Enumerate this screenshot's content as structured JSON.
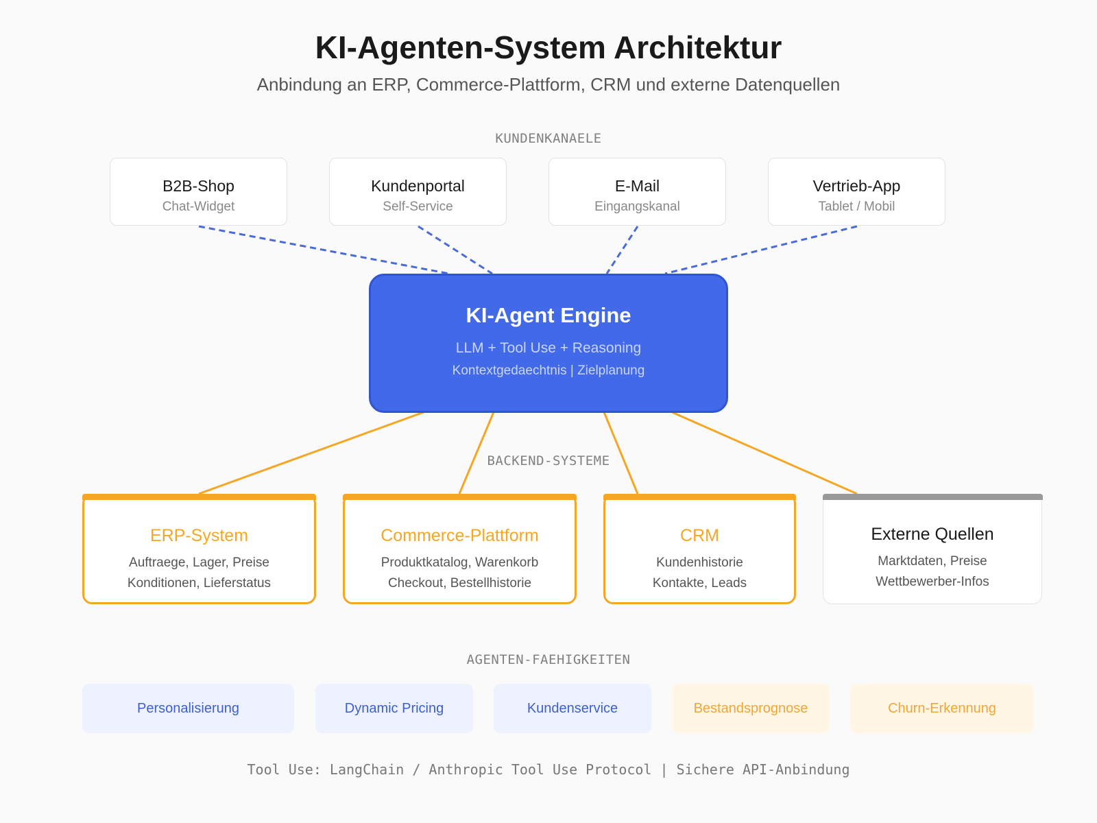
{
  "header": {
    "title": "KI-Agenten-System Architektur",
    "subtitle": "Anbindung an ERP, Commerce-Plattform, CRM und externe Datenquellen"
  },
  "sections": {
    "channels_label": "KUNDENKANAELE",
    "backend_label": "BACKEND-SYSTEME",
    "capabilities_label": "AGENTEN-FAEHIGKEITEN"
  },
  "channels": [
    {
      "name": "B2B-Shop",
      "desc": "Chat-Widget"
    },
    {
      "name": "Kundenportal",
      "desc": "Self-Service"
    },
    {
      "name": "E-Mail",
      "desc": "Eingangskanal"
    },
    {
      "name": "Vertrieb-App",
      "desc": "Tablet / Mobil"
    }
  ],
  "engine": {
    "name": "KI-Agent Engine",
    "line1": "LLM + Tool Use + Reasoning",
    "line2": "Kontextgedaechtnis | Zielplanung",
    "color": "#4169e8"
  },
  "backends": [
    {
      "name": "ERP-System",
      "line1": "Auftraege, Lager, Preise",
      "line2": "Konditionen, Lieferstatus",
      "color": "#f5a623"
    },
    {
      "name": "Commerce-Plattform",
      "line1": "Produktkatalog, Warenkorb",
      "line2": "Checkout, Bestellhistorie",
      "color": "#f5a623"
    },
    {
      "name": "CRM",
      "line1": "Kundenhistorie",
      "line2": "Kontakte, Leads",
      "color": "#f5a623"
    },
    {
      "name": "Externe Quellen",
      "line1": "Marktdaten, Preise",
      "line2": "Wettbewerber-Infos",
      "color": "#999999"
    }
  ],
  "capabilities": [
    {
      "label": "Personalisierung",
      "tone": "blue"
    },
    {
      "label": "Dynamic Pricing",
      "tone": "blue"
    },
    {
      "label": "Kundenservice",
      "tone": "blue"
    },
    {
      "label": "Bestandsprognose",
      "tone": "orange"
    },
    {
      "label": "Churn-Erkennung",
      "tone": "orange"
    }
  ],
  "footer": "Tool Use: LangChain / Anthropic Tool Use Protocol | Sichere API-Anbindung",
  "colors": {
    "engine_blue": "#4169e8",
    "connector_dashed": "#4a6bd6",
    "backend_orange": "#f5a623",
    "external_gray": "#999999"
  }
}
